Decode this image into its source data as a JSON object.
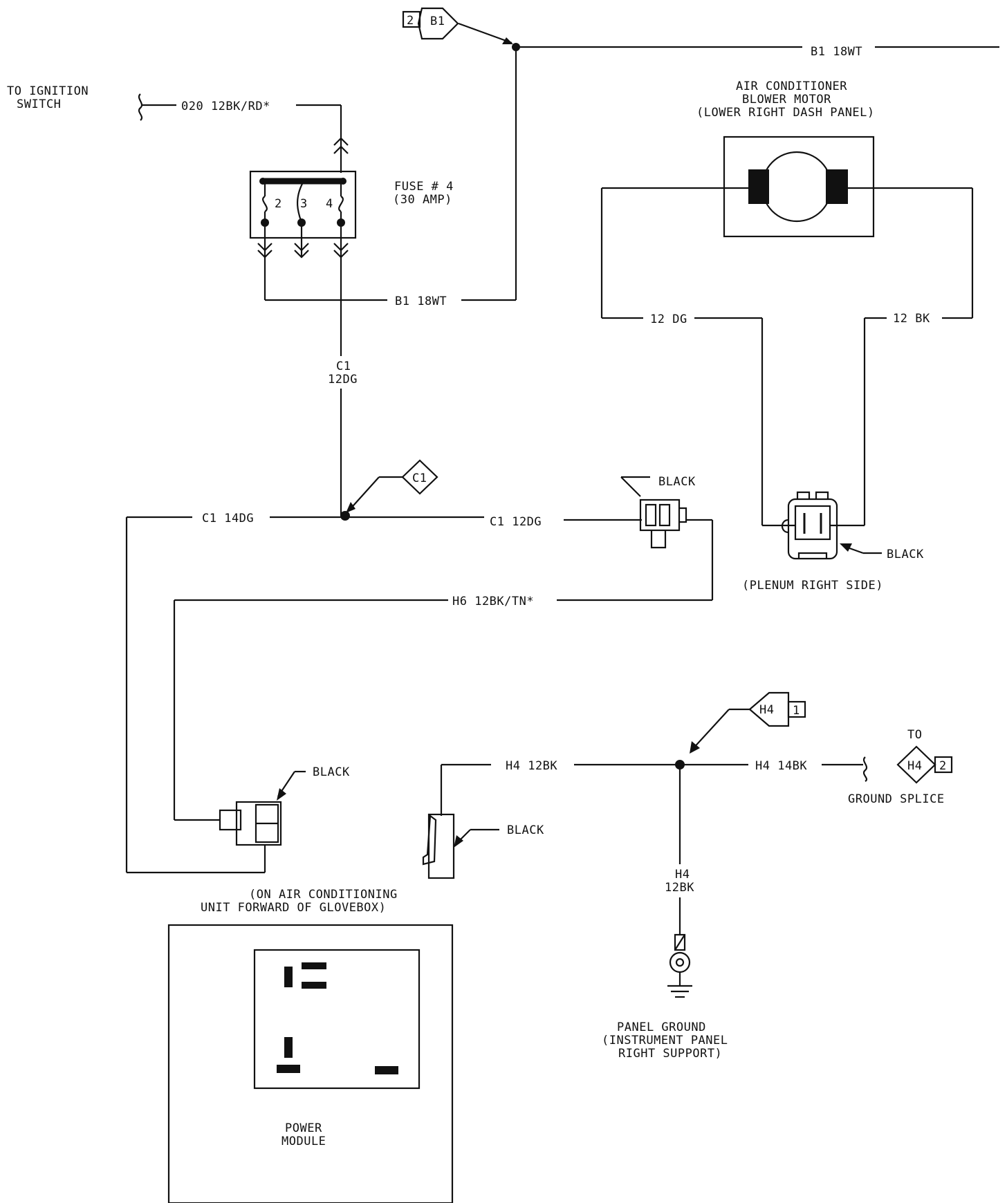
{
  "wires": {
    "b1_top": "B1  18WT",
    "b1_fuse": "B1  18WT",
    "ignition_wire": "020  12BK/RD*",
    "c1_vertical_1": "C1",
    "c1_vertical_2": "12DG",
    "c1_left": "C1  14DG",
    "c1_right": "C1  12DG",
    "h6": "H6  12BK/TN*",
    "dg12": "12  DG",
    "bk12": "12  BK",
    "h4_left": "H4  12BK",
    "h4_right": "H4  14BK",
    "h4_down_1": "H4",
    "h4_down_2": "12BK"
  },
  "labels": {
    "ignition_1": "TO  IGNITION",
    "ignition_2": "SWITCH",
    "fuse_1": "FUSE  #  4",
    "fuse_2": "(30  AMP)",
    "fuse_pin_2": "2",
    "fuse_pin_3": "3",
    "fuse_pin_4": "4",
    "blower_1": "AIR  CONDITIONER",
    "blower_2": "BLOWER  MOTOR",
    "blower_3": "(LOWER  RIGHT  DASH  PANEL)",
    "black_1": "BLACK",
    "black_2": "BLACK",
    "black_3": "BLACK",
    "black_4": "BLACK",
    "plenum": "(PLENUM  RIGHT  SIDE)",
    "ac_unit_1": "(ON  AIR  CONDITIONING",
    "ac_unit_2": "UNIT  FORWARD  OF  GLOVEBOX)",
    "power_module_1": "POWER",
    "power_module_2": "MODULE",
    "to": "TO",
    "ground_splice": "GROUND  SPLICE",
    "panel_ground_1": "PANEL  GROUND",
    "panel_ground_2": "(INSTRUMENT  PANEL",
    "panel_ground_3": "RIGHT  SUPPORT)"
  },
  "splice_refs": {
    "b1": {
      "id": "B1",
      "page": "2"
    },
    "c1": {
      "id": "C1"
    },
    "h4_top": {
      "id": "H4",
      "page": "1"
    },
    "h4_right": {
      "id": "H4",
      "page": "2"
    }
  }
}
